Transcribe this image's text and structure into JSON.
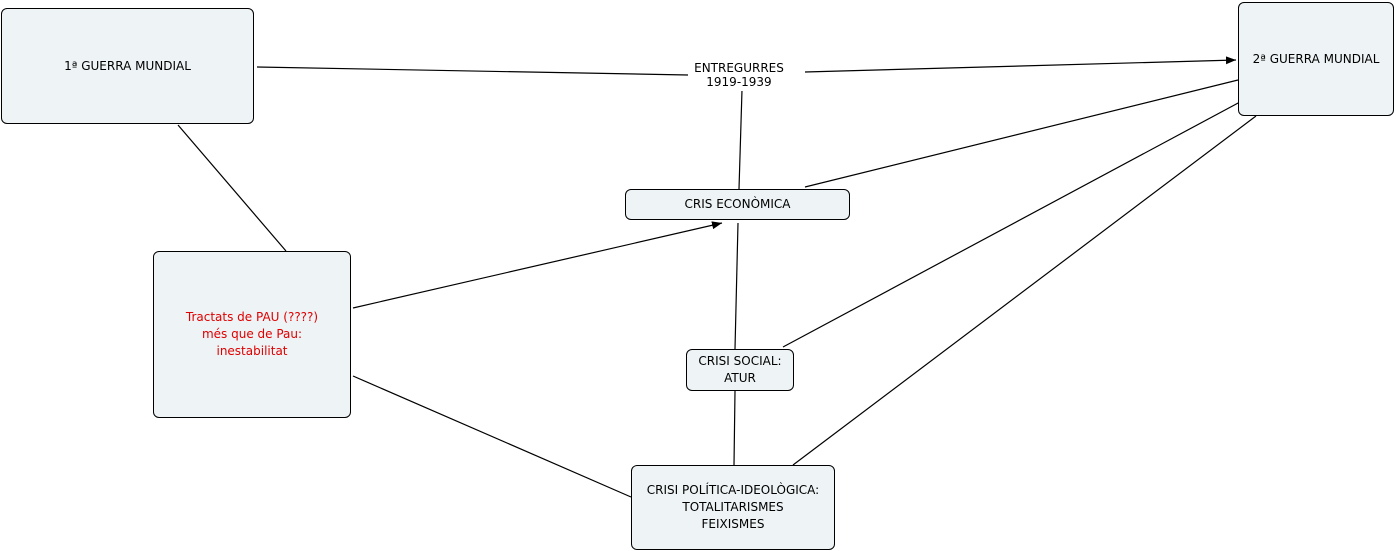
{
  "nodes": {
    "ww1": "1ª GUERRA MUNDIAL",
    "ww2": "2ª GUERRA MUNDIAL",
    "peace": "Tractats de PAU  (????)\nmés que de Pau:\ninestabilitat",
    "economic": "CRIS ECONÒMICA",
    "social": "CRISI SOCIAL:\nATUR",
    "political": "CRISI POLÍTICA-IDEOLÒGICA:\nTOTALITARISMES\nFEIXISMES"
  },
  "link_label": "ENTREGURRES\n1919-1939",
  "colors": {
    "node_fill": "#eef3f5",
    "line": "#000000",
    "highlight_text": "#e00000"
  }
}
